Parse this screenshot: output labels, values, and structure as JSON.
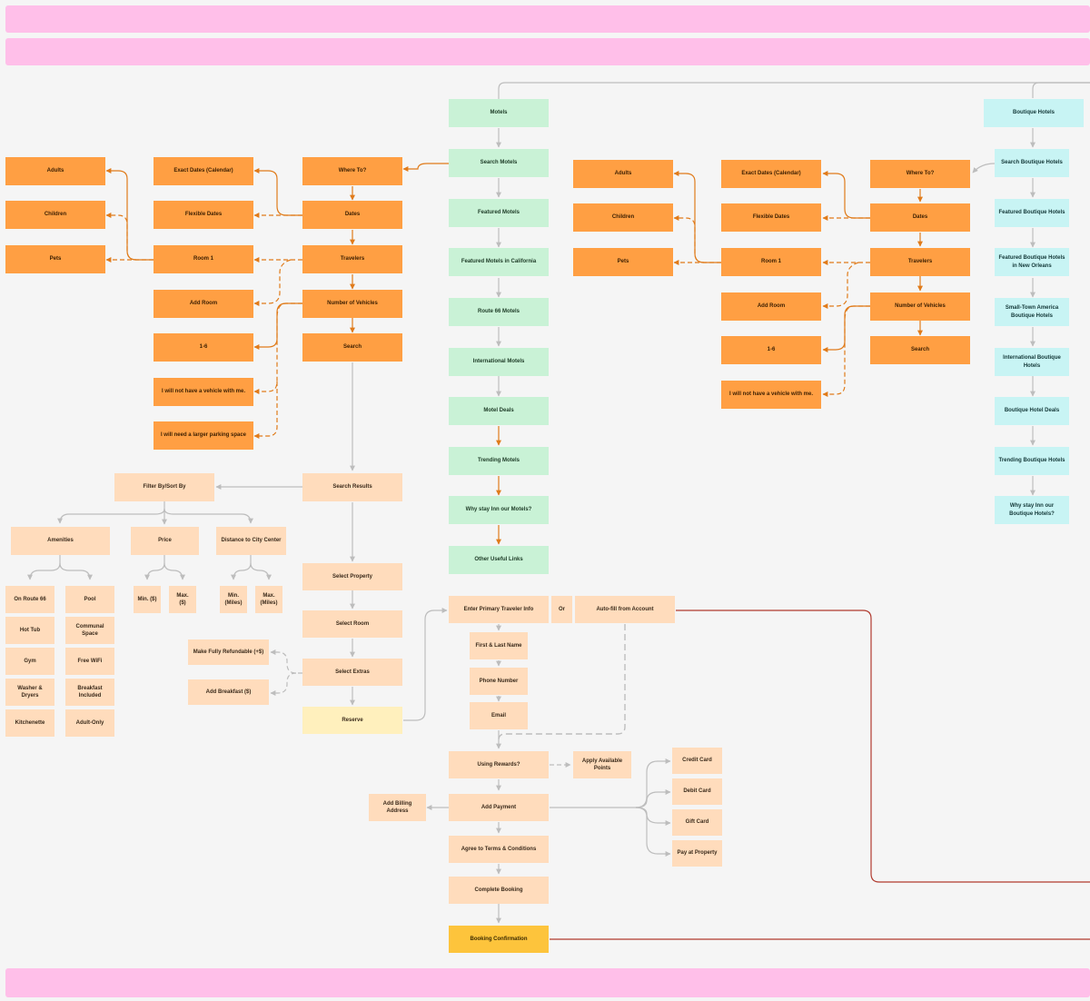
{
  "colors": {
    "band": "#ffbfe9",
    "strong_orange": "#ff9f43",
    "light_peach": "#ffdcbc",
    "mint": "#c9f2d6",
    "aqua": "#c8f4f4",
    "pale_yellow": "#fff0bd",
    "gold": "#fdc43c",
    "orange_line": "#e07b1a",
    "gray_line": "#bdbdbd",
    "red_line": "#b03a2e"
  },
  "nodes": {
    "where_to_l": "Where To?",
    "dates_l": "Dates",
    "travelers_l": "Travelers",
    "num_vehicles_l": "Number of Vehicles",
    "search_l": "Search",
    "exact_dates_l": "Exact Dates (Calendar)",
    "flexible_dates_l": "Flexible Dates",
    "room1_l": "Room 1",
    "add_room_l": "Add Room",
    "range_l": "1-6",
    "no_vehicle_l": "I will not have a vehicle with me.",
    "larger_parking_l": "I will need a larger parking space",
    "adults_l": "Adults",
    "children_l": "Children",
    "pets_l": "Pets",
    "motels": "Motels",
    "search_motels": "Search Motels",
    "featured_motels": "Featured Motels",
    "featured_california": "Featured Motels in California",
    "route66": "Route 66 Motels",
    "intl_motels": "International Motels",
    "motel_deals": "Motel Deals",
    "trending_motels": "Trending Motels",
    "why_motels": "Why stay Inn our Motels?",
    "other_links": "Other Useful Links",
    "where_to_r": "Where To?",
    "dates_r": "Dates",
    "travelers_r": "Travelers",
    "num_vehicles_r": "Number of Vehicles",
    "search_r": "Search",
    "exact_dates_r": "Exact Dates (Calendar)",
    "flexible_dates_r": "Flexible Dates",
    "room1_r": "Room 1",
    "add_room_r": "Add Room",
    "range_r": "1-6",
    "no_vehicle_r": "I will not have a vehicle with me.",
    "adults_r": "Adults",
    "children_r": "Children",
    "pets_r": "Pets",
    "boutique": "Boutique Hotels",
    "search_boutique": "Search Boutique Hotels",
    "featured_boutique": "Featured Boutique Hotels",
    "featured_new_orleans": "Featured Boutique Hotels in New Orleans",
    "small_town": "Small-Town America Boutique Hotels",
    "intl_boutique": "International Boutique Hotels",
    "boutique_deals": "Boutique Hotel Deals",
    "trending_boutique": "Trending Boutique Hotels",
    "why_boutique": "Why stay Inn our Boutique Hotels?",
    "search_results": "Search Results",
    "filter_sort": "Filter By/Sort By",
    "amenities": "Amenities",
    "price": "Price",
    "distance": "Distance to City Center",
    "on_route66": "On Route 66",
    "pool": "Pool",
    "hot_tub": "Hot Tub",
    "communal": "Communal Space",
    "gym": "Gym",
    "free_wifi": "Free WiFi",
    "washer": "Washer & Dryers",
    "breakfast_incl": "Breakfast Included",
    "kitchenette": "Kitchenette",
    "adult_only": "Adult-Only",
    "min_price": "Min. ($)",
    "max_price": "Max. ($)",
    "min_miles": "Min. (Miles)",
    "max_miles": "Max. (Miles)",
    "select_property": "Select Property",
    "select_room": "Select Room",
    "select_extras": "Select Extras",
    "reserve": "Reserve",
    "refundable": "Make Fully Refundable (+$)",
    "add_breakfast": "Add Breakfast ($)",
    "primary_traveler": "Enter Primary Traveler Info",
    "or": "Or",
    "autofill": "Auto-fill from Account",
    "name": "First & Last Name",
    "phone": "Phone Number",
    "email": "Email",
    "using_rewards": "Using Rewards?",
    "apply_points": "Apply Available Points",
    "add_payment": "Add Payment",
    "billing": "Add Billing Address",
    "credit": "Credit Card",
    "debit": "Debit Card",
    "gift": "Gift Card",
    "pay_property": "Pay at Property",
    "terms": "Agree to Terms & Conditions",
    "complete": "Complete Booking",
    "confirmation": "Booking Confirmation"
  }
}
